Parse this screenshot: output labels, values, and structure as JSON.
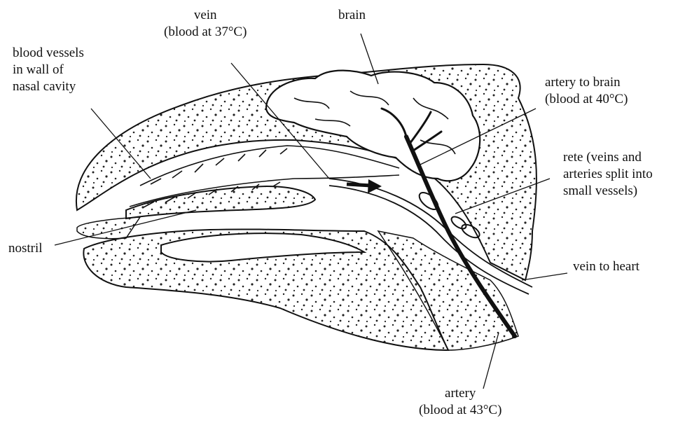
{
  "labels": {
    "vein": [
      "vein",
      "(blood at 37°C)"
    ],
    "brain": "brain",
    "blood_vessels": [
      "blood vessels",
      "in wall of",
      "nasal cavity"
    ],
    "artery_to_brain": [
      "artery to brain",
      "(blood at 40°C)"
    ],
    "rete": [
      "rete (veins and",
      "arteries split into",
      "small vessels)"
    ],
    "nostril": "nostril",
    "vein_to_heart": "vein to heart",
    "artery": [
      "artery",
      "(blood at 43°C)"
    ]
  }
}
